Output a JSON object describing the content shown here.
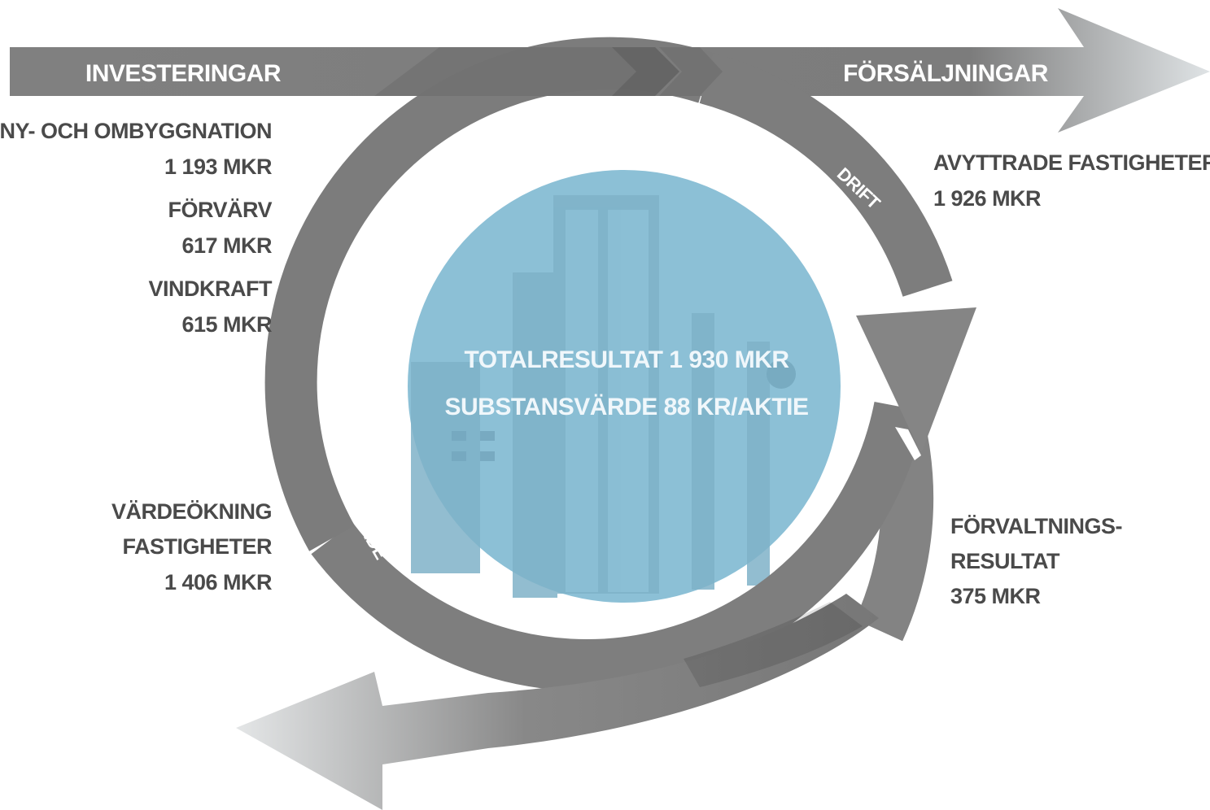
{
  "header": {
    "left_label": "INVESTERINGAR",
    "right_label": "FÖRSÄLJNINGAR"
  },
  "investments": [
    {
      "name": "NY- OCH OMBYGGNATION",
      "value": "1 193 MKR"
    },
    {
      "name": "FÖRVÄRV",
      "value": "617 MKR"
    },
    {
      "name": "VINDKRAFT",
      "value": "615 MKR"
    }
  ],
  "value_growth": {
    "line1": "VÄRDEÖKNING",
    "line2": "FASTIGHETER",
    "value": "1 406 MKR"
  },
  "sales": {
    "name": "AVYTTRADE FASTIGHETER",
    "value": "1 926 MKR"
  },
  "management": {
    "line1": "FÖRVALTNINGS-",
    "line2": "RESULTAT",
    "value": "375 MKR"
  },
  "cycle": {
    "drift_label": "DRIFT",
    "varde_label": "VÄRDE"
  },
  "center": {
    "line1": "TOTALRESULTAT 1 930 MKR",
    "line2": "SUBSTANSVÄRDE 88 KR/AKTIE"
  },
  "colors": {
    "arrow_gray": "#7d7d7d",
    "dark_gray": "#5a5a5a",
    "text_gray": "#4a4a4a",
    "circle_blue": "#8cc0d6"
  }
}
